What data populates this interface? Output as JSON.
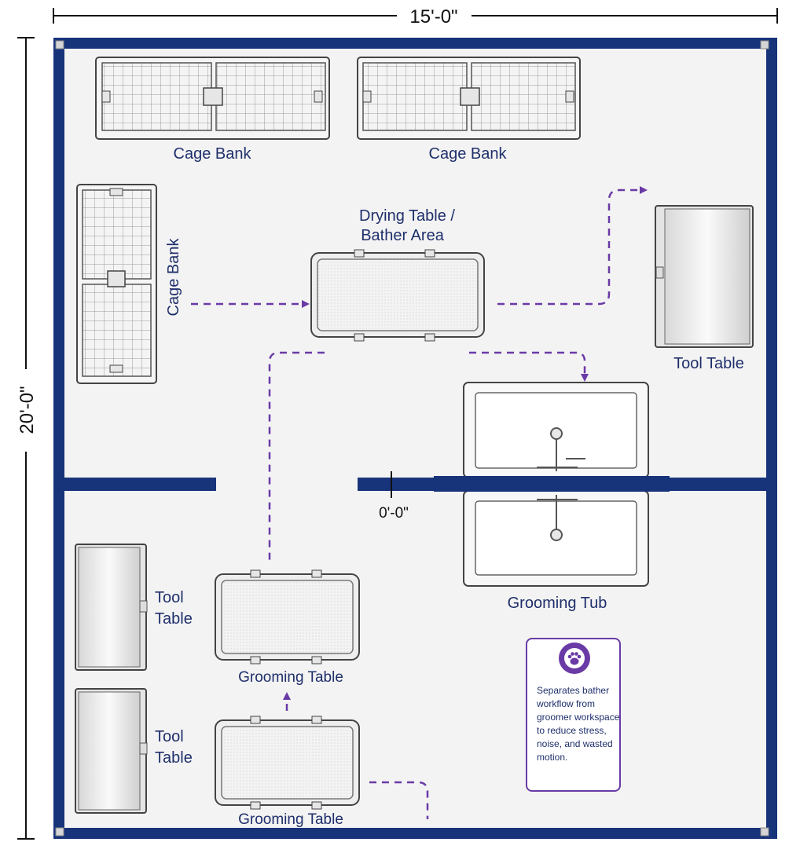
{
  "dimensions": {
    "width": "15'-0\"",
    "height": "20'-0\"",
    "origin": "0'-0\""
  },
  "labels": {
    "cage_bank_1": "Cage Bank",
    "cage_bank_2": "Cage Bank",
    "cage_bank_side": "Cage Bank",
    "drying_line1": "Drying Table /",
    "drying_line2": "Bather Area",
    "tool_table_right": "Tool Table",
    "grooming_tub": "Grooming Tub",
    "tool_table_1_line1": "Tool",
    "tool_table_1_line2": "Table",
    "tool_table_2_line1": "Tool",
    "tool_table_2_line2": "Table",
    "grooming_table_1": "Grooming Table",
    "grooming_table_2": "Grooming Table"
  },
  "callout": {
    "icon": "paw-icon",
    "text": "Separates bather workflow from groomer workspace to reduce stress, noise, and wasted motion."
  },
  "colors": {
    "wall": "#17337a",
    "accent": "#6a3aa6",
    "label": "#1f2f6b"
  }
}
